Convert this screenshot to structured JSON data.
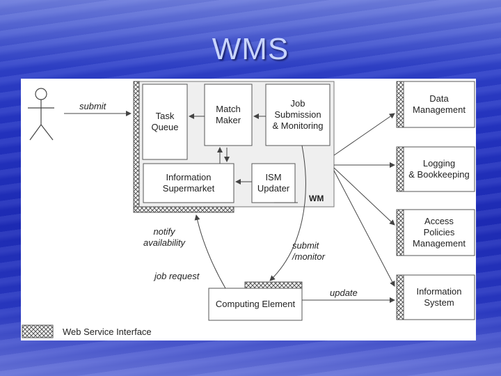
{
  "title": "WMS",
  "diagram": {
    "wm_label": "WM",
    "task_queue": [
      "Task",
      "Queue"
    ],
    "match_maker": [
      "Match",
      "Maker"
    ],
    "job_submission": [
      "Job",
      "Submission",
      "& Monitoring"
    ],
    "information_supermarket": [
      "Information",
      "Supermarket"
    ],
    "ism_updater": [
      "ISM",
      "Updater"
    ],
    "computing_element": "Computing Element",
    "data_management": [
      "Data",
      "Management"
    ],
    "logging": [
      "Logging",
      "& Bookkeeping"
    ],
    "access_policies": [
      "Access",
      "Policies",
      "Management"
    ],
    "information_system": [
      "Information",
      "System"
    ],
    "submit": "submit",
    "notify_availability": [
      "notify",
      "availability"
    ],
    "submit_monitor": [
      "submit",
      "/monitor"
    ],
    "job_request": "job request",
    "update": "update",
    "legend": "Web Service Interface"
  }
}
